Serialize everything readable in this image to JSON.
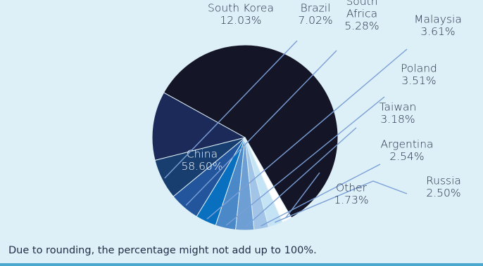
{
  "chart_data": {
    "type": "pie",
    "slices": [
      {
        "label": "China",
        "value_label": "58.60%",
        "value": 58.6,
        "color": "#141527"
      },
      {
        "label": "South Korea",
        "value_label": "12.03%",
        "value": 12.03,
        "color": "#1c2a5a"
      },
      {
        "label": "Brazil",
        "value_label": "7.02%",
        "value": 7.02,
        "color": "#173e6e"
      },
      {
        "label": "South Africa",
        "lines": [
          "South",
          "Africa"
        ],
        "value_label": "5.28%",
        "value": 5.28,
        "color": "#22559c"
      },
      {
        "label": "Malaysia",
        "value_label": "3.61%",
        "value": 3.61,
        "color": "#0970c0"
      },
      {
        "label": "Poland",
        "value_label": "3.51%",
        "value": 3.51,
        "color": "#4a88c8"
      },
      {
        "label": "Taiwan",
        "value_label": "3.18%",
        "value": 3.18,
        "color": "#6e9fd4"
      },
      {
        "label": "Argentina",
        "value_label": "2.54%",
        "value": 2.54,
        "color": "#a2c4e6"
      },
      {
        "label": "Russia",
        "value_label": "2.50%",
        "value": 2.5,
        "color": "#c4e4f6"
      },
      {
        "label": "Other",
        "value_label": "1.73%",
        "value": 1.73,
        "color": "#ffffff"
      }
    ]
  },
  "footnote": "Due to rounding, the percentage might not add up to 100%.",
  "colors": {
    "background": "#def0f7",
    "border": "#4aa8cf",
    "leader_line": "#7a9fd6",
    "text_dark": "#1f2a44"
  }
}
